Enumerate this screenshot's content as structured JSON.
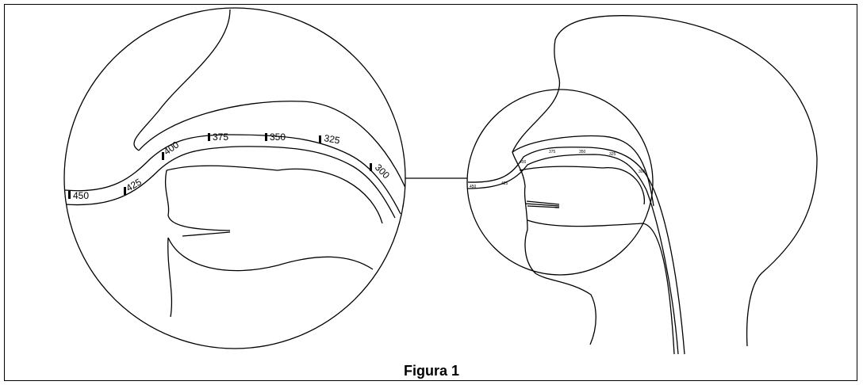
{
  "figure": {
    "caption": "Figura 1",
    "zoom_markers": [
      "450",
      "425",
      "400",
      "375",
      "350",
      "325",
      "300"
    ],
    "small_markers": [
      "450",
      "425",
      "400",
      "375",
      "350",
      "325",
      "300"
    ]
  }
}
